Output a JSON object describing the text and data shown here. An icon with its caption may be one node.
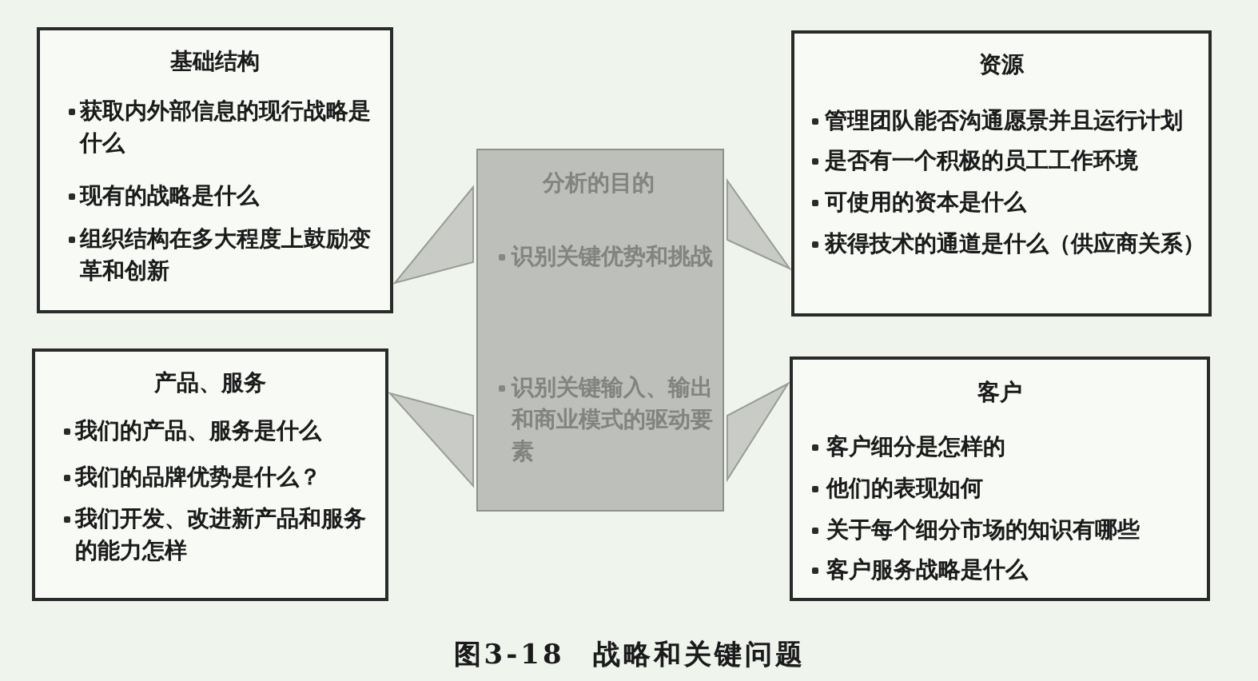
{
  "diagram": {
    "caption": "图3-18 战略和关键问题",
    "nodes": [
      {
        "text": [
          "基础结构",
          "获取内外部信息的现行战略是什么",
          "现有的战略是什么",
          "组织结构在多大程度上鼓励变革和创新"
        ]
      },
      {
        "text": [
          "分析的目的",
          "识别关键优势和挑战",
          "识别关键输入、输出和商业模式的驱动要素"
        ]
      },
      {
        "text": [
          "资源",
          "管理团队能否沟通愿景并且运行计划",
          "是否有一个积极的员工工作环境",
          "可使用的资本是什么",
          "获得技术的通道是什么（供应商关系）"
        ]
      },
      {
        "text": [
          "产品、服务",
          "我们的产品、服务是什么",
          "我们的品牌优势是什么？",
          "我们开发、改进新产品和服务的能力怎样"
        ]
      },
      {
        "text": [
          "客户",
          "客户细分是怎样的",
          "他们的表现如何",
          "关于每个细分市场的知识有哪些",
          "客户服务战略是什么"
        ]
      }
    ],
    "edges": [
      {
        "from": 1,
        "to": 0,
        "arrow": "to"
      },
      {
        "from": 1,
        "to": 2,
        "arrow": "to"
      },
      {
        "from": 1,
        "to": 3,
        "arrow": "to"
      },
      {
        "from": 1,
        "to": 4,
        "arrow": "to"
      }
    ]
  }
}
